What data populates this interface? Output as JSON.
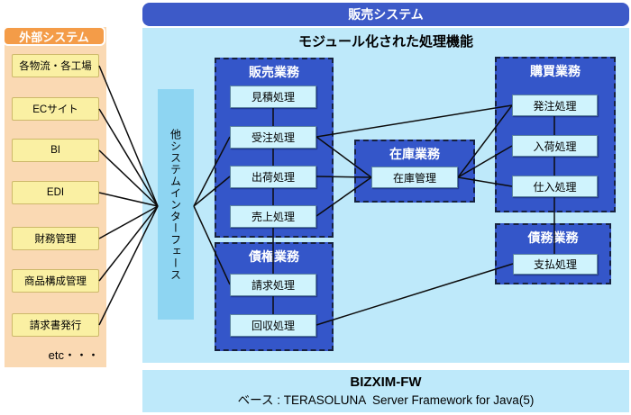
{
  "header": {
    "title": "販売システム"
  },
  "main": {
    "title": "モジュール化された処理機能"
  },
  "external": {
    "title": "外部システム",
    "items": [
      {
        "label": "各物流・各工場"
      },
      {
        "label": "ECサイト"
      },
      {
        "label": "BI"
      },
      {
        "label": "EDI"
      },
      {
        "label": "財務管理"
      },
      {
        "label": "商品構成管理"
      },
      {
        "label": "請求書発行"
      }
    ],
    "etc": "etc・・・"
  },
  "interface_bar": {
    "label": "他システムインターフェース"
  },
  "groups": {
    "sales": {
      "title": "販売業務",
      "items": [
        {
          "label": "見積処理"
        },
        {
          "label": "受注処理"
        },
        {
          "label": "出荷処理"
        },
        {
          "label": "売上処理"
        }
      ]
    },
    "receivables": {
      "title": "債権業務",
      "items": [
        {
          "label": "請求処理"
        },
        {
          "label": "回収処理"
        }
      ]
    },
    "inventory": {
      "title": "在庫業務",
      "items": [
        {
          "label": "在庫管理"
        }
      ]
    },
    "purchasing": {
      "title": "購買業務",
      "items": [
        {
          "label": "発注処理"
        },
        {
          "label": "入荷処理"
        },
        {
          "label": "仕入処理"
        }
      ]
    },
    "payables": {
      "title": "債務業務",
      "items": [
        {
          "label": "支払処理"
        }
      ]
    }
  },
  "footer": {
    "title": "BIZXIM-FW",
    "subtitle": "ベース : TERASOLUNA  Server Framework for Java(5)"
  },
  "colors": {
    "header_blue": "#3d5ac8",
    "panel_light_blue": "#bee9fa",
    "group_blue": "#3456c9",
    "node_cyan": "#cff3fd",
    "interface_bar_blue": "#8ed5f2",
    "external_header_orange": "#f49c48",
    "external_panel_peach": "#fad9b3",
    "external_item_yellow": "#faf0a3"
  },
  "connections": [
    {
      "from": "各物流・各工場",
      "to": "他システムインターフェース"
    },
    {
      "from": "ECサイト",
      "to": "他システムインターフェース"
    },
    {
      "from": "BI",
      "to": "他システムインターフェース"
    },
    {
      "from": "EDI",
      "to": "他システムインターフェース"
    },
    {
      "from": "財務管理",
      "to": "他システムインターフェース"
    },
    {
      "from": "商品構成管理",
      "to": "他システムインターフェース"
    },
    {
      "from": "請求書発行",
      "to": "他システムインターフェース"
    },
    {
      "from": "他システムインターフェース",
      "to": "受注処理"
    },
    {
      "from": "他システムインターフェース",
      "to": "出荷処理"
    },
    {
      "from": "他システムインターフェース",
      "to": "請求処理"
    },
    {
      "from": "見積処理",
      "to": "受注処理"
    },
    {
      "from": "受注処理",
      "to": "出荷処理"
    },
    {
      "from": "出荷処理",
      "to": "売上処理"
    },
    {
      "from": "売上処理",
      "to": "請求処理"
    },
    {
      "from": "請求処理",
      "to": "回収処理"
    },
    {
      "from": "受注処理",
      "to": "発注処理"
    },
    {
      "from": "受注処理",
      "to": "在庫管理"
    },
    {
      "from": "出荷処理",
      "to": "在庫管理"
    },
    {
      "from": "売上処理",
      "to": "在庫管理"
    },
    {
      "from": "在庫管理",
      "to": "発注処理"
    },
    {
      "from": "在庫管理",
      "to": "入荷処理"
    },
    {
      "from": "在庫管理",
      "to": "仕入処理"
    },
    {
      "from": "発注処理",
      "to": "入荷処理"
    },
    {
      "from": "入荷処理",
      "to": "仕入処理"
    },
    {
      "from": "仕入処理",
      "to": "支払処理"
    },
    {
      "from": "回収処理",
      "to": "支払処理"
    }
  ]
}
